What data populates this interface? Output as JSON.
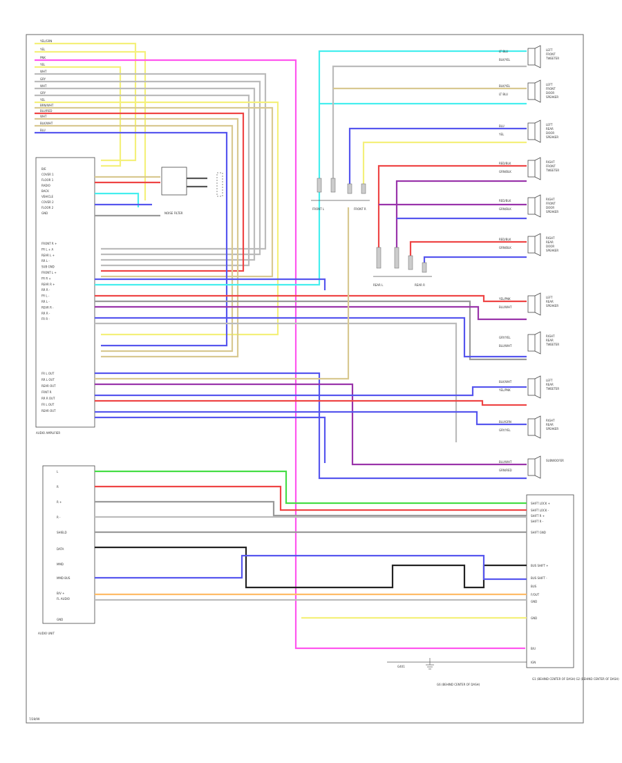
{
  "diagram": {
    "footer_code": "7/28/99",
    "audio_amplifier_label": "AUDIO AMPLIFIER",
    "audio_unit_label": "AUDIO UNIT",
    "noise_filter_label": "NOISE FILTER",
    "ground_note": "G6 (BEHIND CENTER OF DASH)",
    "ground_note_left": "G1 (BEHIND CENTER OF DASH) G2 (BEHIND CENTER OF DASH)",
    "top_wire_labels": [
      "YEL/GRN",
      "YEL",
      "PNK",
      "YEL",
      "WHT",
      "GRY",
      "WHT",
      "GRY",
      "YEL",
      "BRN/WHT",
      "BLU/RED",
      "WHT",
      "BLK/WHT",
      "BLU"
    ],
    "left_pins_top": [
      "B/E",
      "COVER 1",
      "FLOOR 1",
      "RADIO",
      "BACK",
      "VEHICLE",
      "COVER 2",
      "FLOOR 2",
      "GND"
    ],
    "left_pins_mid": [
      "FRONT R +",
      "FR L + A",
      "REAR L +",
      "RR L -",
      "SUB GND",
      "FRONT L +",
      "FR R +",
      "REAR R +",
      "RR R -",
      "FR L -",
      "RR L -",
      "REAR R -",
      "RR R -",
      "FR R -"
    ],
    "left_pins_bot": [
      "FR L OUT",
      "RR L OUT",
      "REAR OUT",
      "FRNT R",
      "RR R OUT",
      "FR L OUT",
      "REAR OUT"
    ],
    "unit_pins": [
      "L",
      "R",
      "R +",
      "R -",
      "SHIELD",
      "DATA",
      "MMD",
      "MMD BUS",
      "B/V +",
      "FL AUDIO",
      "GND"
    ],
    "right_connector_pins": [
      "SHIFT LOCK +",
      "SHIFT LOCK -",
      "SHIFT R +",
      "SHIFT R -",
      "SHIFT GND",
      "BUS SHIFT +",
      "BUS SHIFT -",
      "BUS",
      "F/OUT",
      "GND",
      "GND",
      "B/U",
      "IGN"
    ],
    "speaker_labels": [
      [
        "LEFT",
        "FRONT",
        "TWEETER"
      ],
      [
        "LEFT",
        "FRONT",
        "DOOR",
        "SPEAKER"
      ],
      [
        "LEFT",
        "REAR",
        "DOOR",
        "SPEAKER"
      ],
      [
        "RIGHT",
        "FRONT",
        "TWEETER"
      ],
      [
        "RIGHT",
        "FRONT",
        "DOOR",
        "SPEAKER"
      ],
      [
        "RIGHT",
        "REAR",
        "DOOR",
        "SPEAKER"
      ],
      [
        "LEFT",
        "REAR",
        "SPEAKER"
      ],
      [
        "RIGHT",
        "REAR",
        "TWEETER"
      ],
      [
        "LEFT",
        "REAR",
        "TWEETER"
      ],
      [
        "RIGHT",
        "REAR",
        "SPEAKER"
      ],
      [
        "SUBWOOFER"
      ]
    ],
    "speaker_wire_labels": [
      [
        "LT BLU",
        "BLK/YEL"
      ],
      [
        "BLK/YEL",
        "LT BLU"
      ],
      [
        "BLU",
        "YEL"
      ],
      [
        "RED/BLK",
        "GRN/BLK"
      ],
      [
        "RED/BLK",
        "GRN/BLK"
      ],
      [
        "RED/BLK",
        "GRN/BLK"
      ],
      [
        "YEL/PNK",
        "BLU/WHT"
      ],
      [
        "GRY/YEL",
        "BLU/WHT"
      ],
      [
        "BLK/WHT",
        "YEL/PNK"
      ],
      [
        "BLU/GRN",
        "GRY/YEL"
      ],
      [
        "BLU/WHT",
        "GRN/RED"
      ]
    ],
    "junction_labels": [
      "FRONT L",
      "FRONT R",
      "REAR L",
      "REAR R"
    ],
    "colors": {
      "frame": "#555555",
      "yellow": "#f4f07a",
      "pink": "#ff55ee",
      "cyan": "#44eeee",
      "blue": "#5555ee",
      "red": "#ee4444",
      "green": "#44dd44",
      "gray": "#999999",
      "orange": "#ffbb66",
      "purple": "#9933aa",
      "tan": "#d8c890",
      "black": "#222222"
    }
  }
}
